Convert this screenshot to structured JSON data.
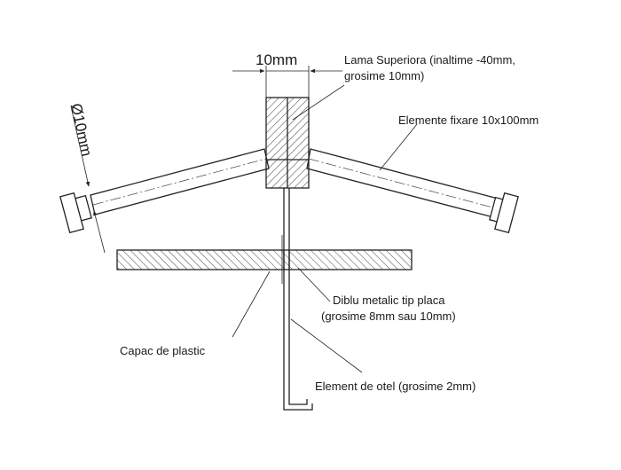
{
  "labels": {
    "dim_width": "10mm",
    "dim_diameter": "Ø10mm",
    "lama_line1": "Lama Superiora (inaltime -40mm,",
    "lama_line2": "grosime 10mm)",
    "fixare": "Elemente fixare 10x100mm",
    "diblu_line1": "Diblu metalic tip placa",
    "diblu_line2": "(grosime 8mm sau 10mm)",
    "capac": "Capac de plastic",
    "otel": "Element de otel (grosime 2mm)"
  },
  "colors": {
    "line": "#222222",
    "background": "#ffffff"
  }
}
